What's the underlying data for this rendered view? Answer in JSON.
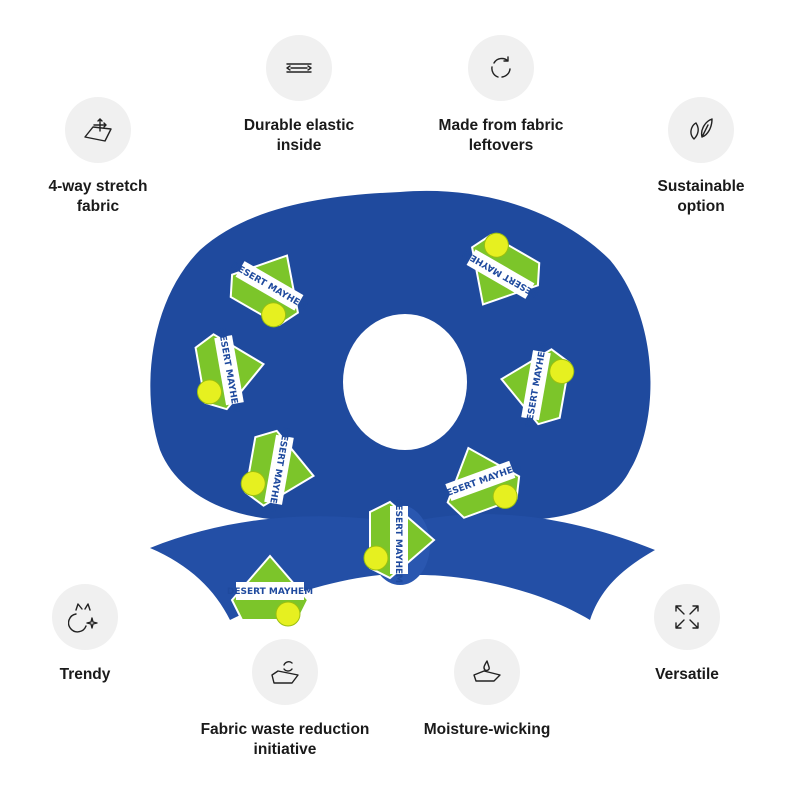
{
  "features": [
    {
      "id": "stretch",
      "label": "4-way stretch\nfabric",
      "icon": "stretch-arrows-icon"
    },
    {
      "id": "elastic",
      "label": "Durable elastic\ninside",
      "icon": "elastic-icon"
    },
    {
      "id": "leftovers",
      "label": "Made from fabric\nleftovers",
      "icon": "recycle-icon"
    },
    {
      "id": "sustainable",
      "label": "Sustainable\noption",
      "icon": "leaf-icon"
    },
    {
      "id": "trendy",
      "label": "Trendy",
      "icon": "cat-sparkle-icon"
    },
    {
      "id": "waste",
      "label": "Fabric waste reduction\ninitiative",
      "icon": "fabric-recycle-icon"
    },
    {
      "id": "moisture",
      "label": "Moisture-wicking",
      "icon": "droplet-fabric-icon"
    },
    {
      "id": "versatile",
      "label": "Versatile",
      "icon": "expand-arrows-icon"
    }
  ],
  "product": {
    "print_text": "DESERT MAYHEM",
    "colors": {
      "fabric": "#1f4a9e",
      "green": "#7cc52a",
      "yellow": "#e6f020",
      "white": "#ffffff"
    }
  }
}
